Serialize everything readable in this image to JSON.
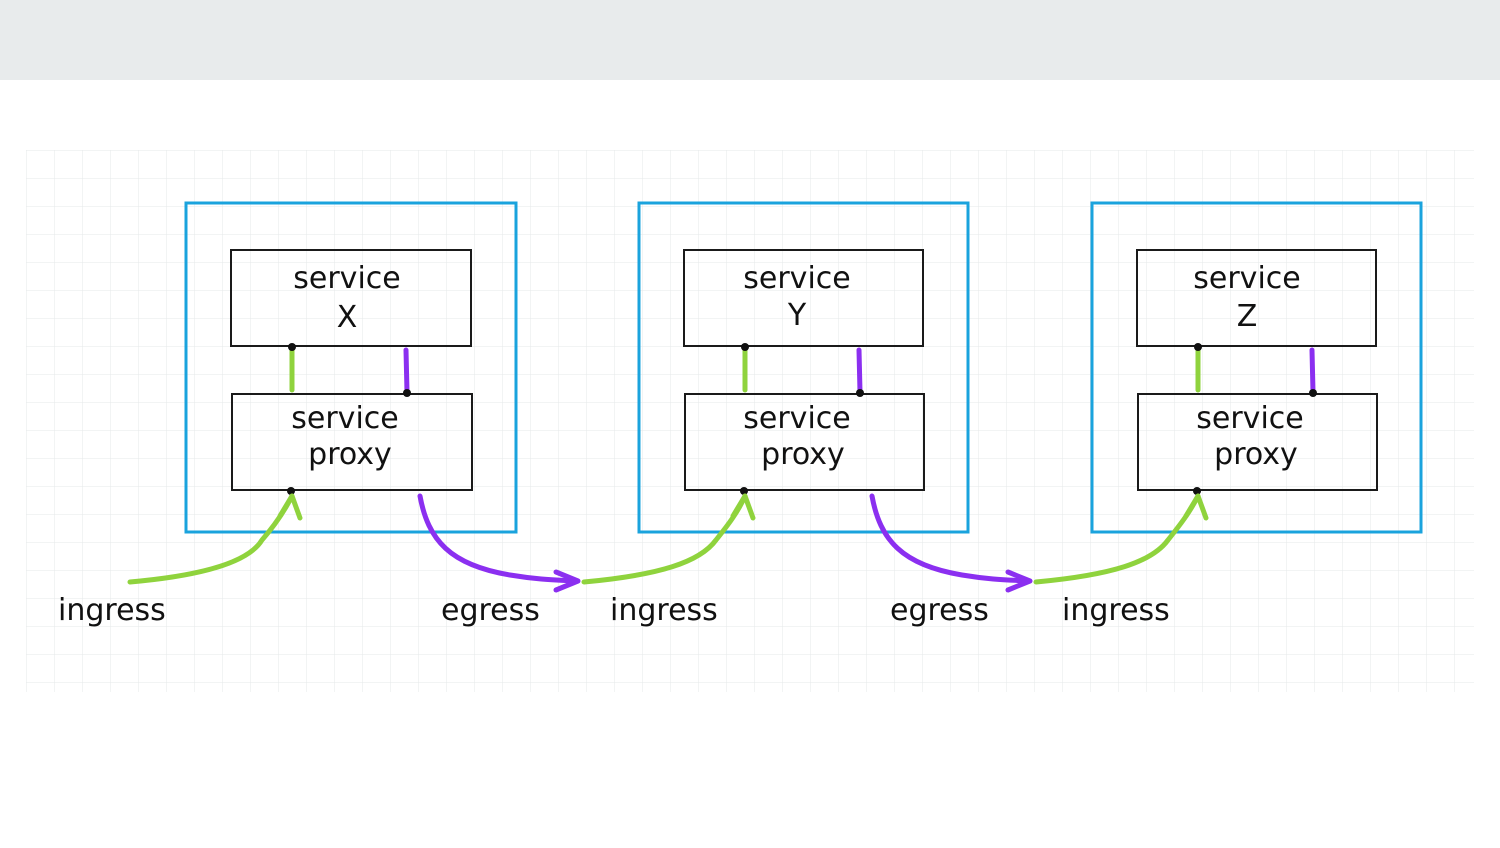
{
  "colors": {
    "top_bar": "#e8ebec",
    "grid": "#e6e8ea",
    "pod_border": "#1aa3dd",
    "box_border": "#1a1a1a",
    "ingress": "#8fd33d",
    "egress": "#8b2ff0",
    "dot": "#111111"
  },
  "pods": [
    {
      "service_label": "service",
      "service_name": "X",
      "proxy_label_1": "service",
      "proxy_label_2": "proxy"
    },
    {
      "service_label": "service",
      "service_name": "Y",
      "proxy_label_1": "service",
      "proxy_label_2": "proxy"
    },
    {
      "service_label": "service",
      "service_name": "Z",
      "proxy_label_1": "service",
      "proxy_label_2": "proxy"
    }
  ],
  "flow_labels": {
    "ingress_1": "ingress",
    "egress_1": "egress",
    "ingress_2": "ingress",
    "egress_2": "egress",
    "ingress_3": "ingress"
  }
}
